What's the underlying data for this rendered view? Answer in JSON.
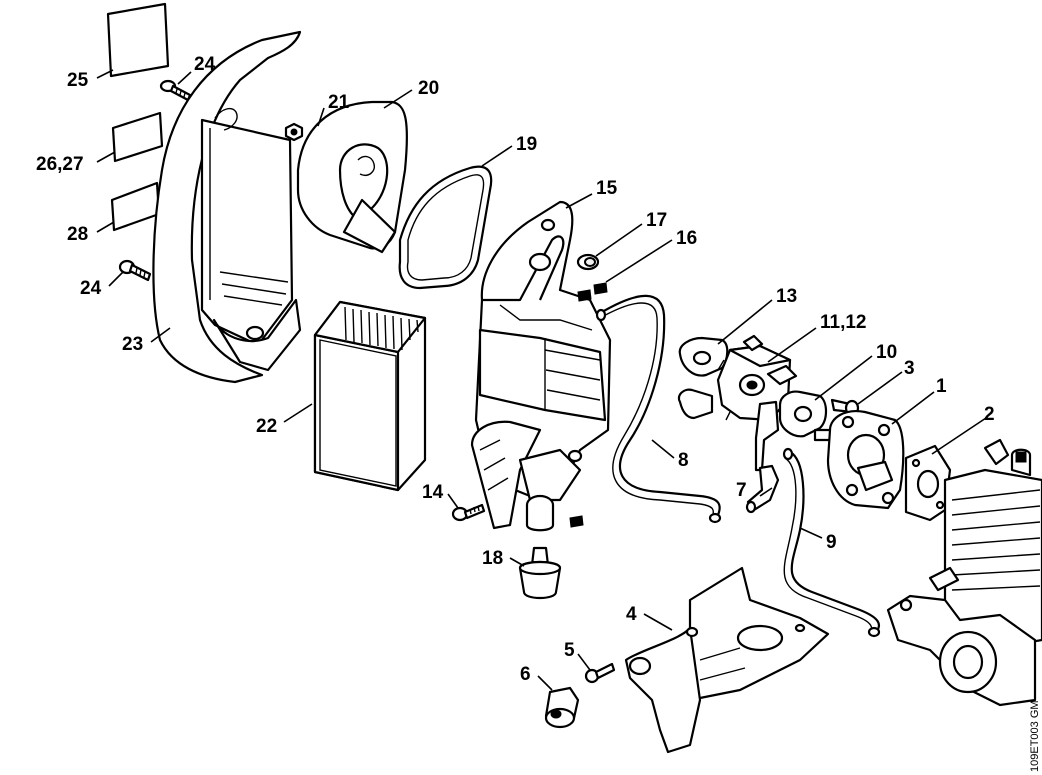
{
  "diagram": {
    "type": "exploded-parts-view",
    "drawing_code": "109ET003 GM",
    "callouts": [
      {
        "id": "c25",
        "label": "25"
      },
      {
        "id": "c24a",
        "label": "24"
      },
      {
        "id": "c26",
        "label": "26,27"
      },
      {
        "id": "c28",
        "label": "28"
      },
      {
        "id": "c24b",
        "label": "24"
      },
      {
        "id": "c23",
        "label": "23"
      },
      {
        "id": "c21",
        "label": "21"
      },
      {
        "id": "c20",
        "label": "20"
      },
      {
        "id": "c19",
        "label": "19"
      },
      {
        "id": "c15",
        "label": "15"
      },
      {
        "id": "c17",
        "label": "17"
      },
      {
        "id": "c16",
        "label": "16"
      },
      {
        "id": "c13",
        "label": "13"
      },
      {
        "id": "c1112",
        "label": "11,12"
      },
      {
        "id": "c10",
        "label": "10"
      },
      {
        "id": "c3",
        "label": "3"
      },
      {
        "id": "c1",
        "label": "1"
      },
      {
        "id": "c2",
        "label": "2"
      },
      {
        "id": "c22",
        "label": "22"
      },
      {
        "id": "c8",
        "label": "8"
      },
      {
        "id": "c7",
        "label": "7"
      },
      {
        "id": "c9",
        "label": "9"
      },
      {
        "id": "c14",
        "label": "14"
      },
      {
        "id": "c18",
        "label": "18"
      },
      {
        "id": "c4",
        "label": "4"
      },
      {
        "id": "c5",
        "label": "5"
      },
      {
        "id": "c6",
        "label": "6"
      }
    ]
  }
}
